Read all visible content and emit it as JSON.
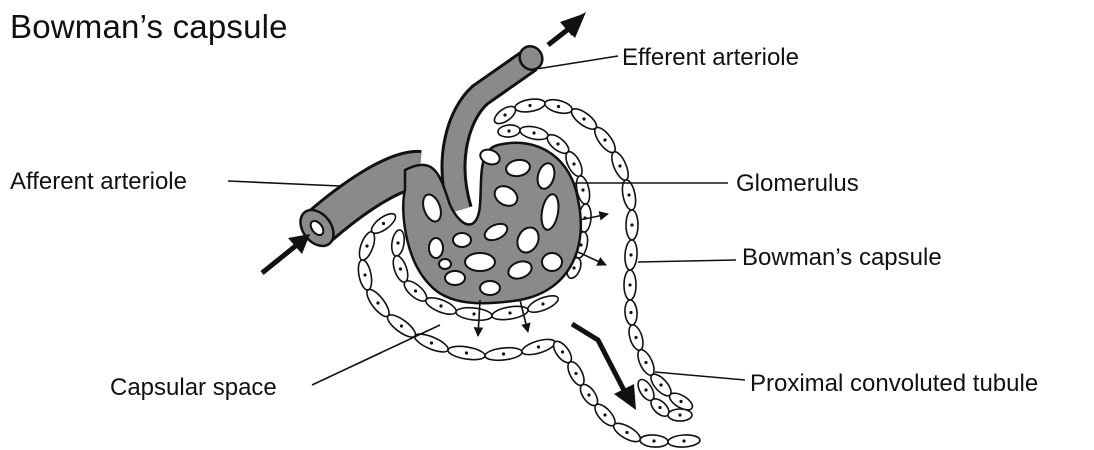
{
  "title": "Bowman’s capsule",
  "labels": {
    "efferent": "Efferent arteriole",
    "afferent": "Afferent arteriole",
    "glomerulus": "Glomerulus",
    "capsule": "Bowman’s capsule",
    "capsular_space": "Capsular space",
    "tubule": "Proximal convoluted tubule"
  },
  "colors": {
    "vessel": "#8a8a8a",
    "outline": "#111111",
    "cell_fill": "#ffffff"
  }
}
